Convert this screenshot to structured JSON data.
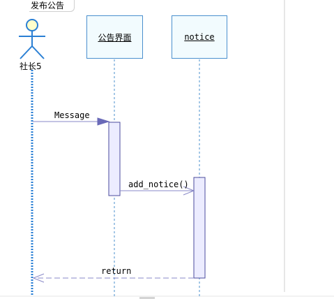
{
  "frame": {
    "title": "发布公告"
  },
  "actor": {
    "label": "社长5"
  },
  "lifelines": [
    {
      "id": "ui",
      "label": "公告界面"
    },
    {
      "id": "notice",
      "label": "notice"
    }
  ],
  "messages": [
    {
      "label": "Message",
      "from": "actor",
      "to": "ui",
      "style": "sync"
    },
    {
      "label": "add_notice()",
      "from": "ui",
      "to": "notice",
      "style": "call"
    },
    {
      "label": "return",
      "from": "notice",
      "to": "actor",
      "style": "return"
    }
  ],
  "colors": {
    "lifeline_box_fill": "#f2fbfe",
    "lifeline_box_border": "#4a8fce",
    "lifeline_dash": "#4a8fce",
    "actor_fill": "#ffffcc",
    "actor_stroke": "#2a7fd4",
    "activation_fill": "#ececff",
    "activation_border": "#4b4b9c",
    "message_line": "#8a8ac8"
  }
}
